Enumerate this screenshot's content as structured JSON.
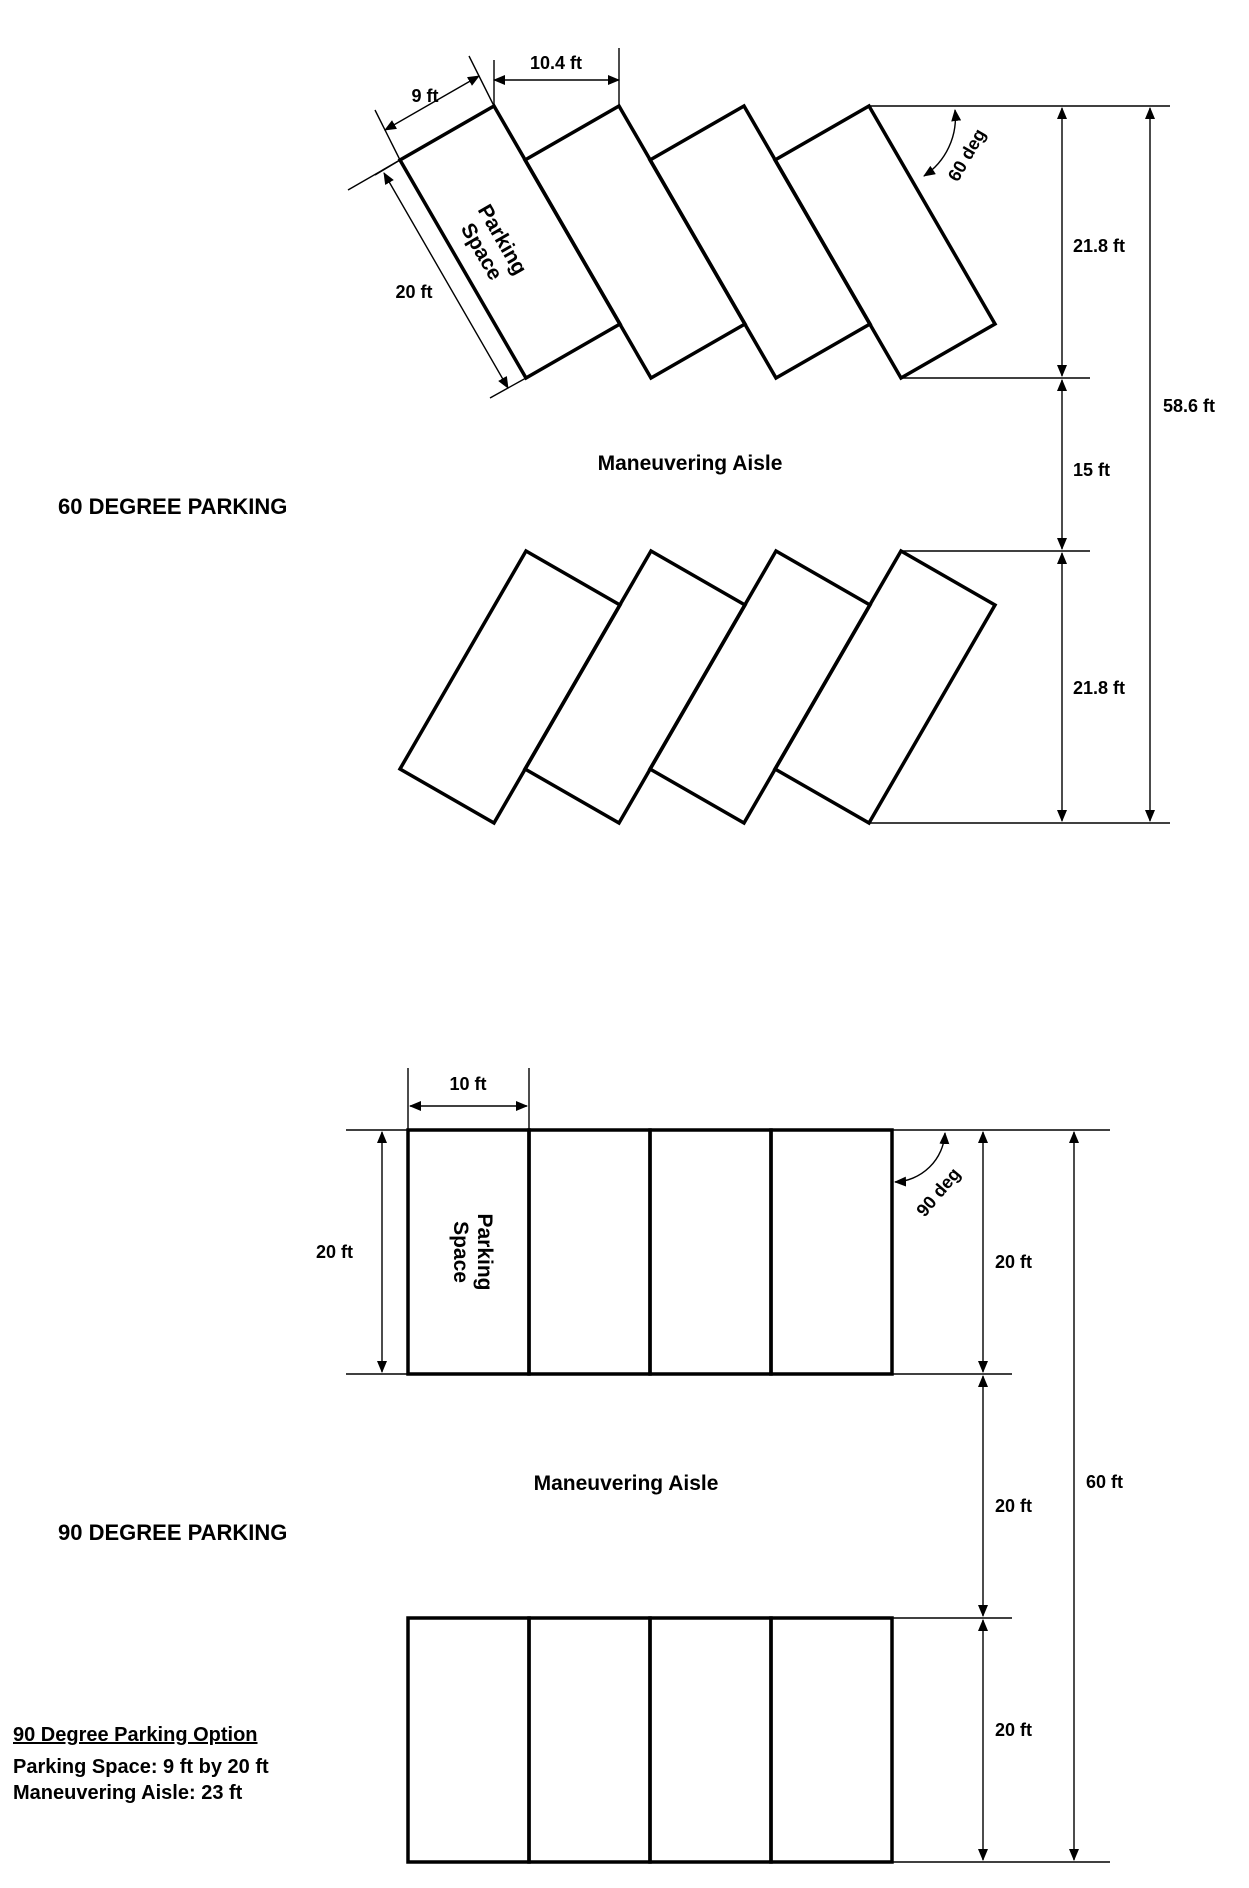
{
  "sixty": {
    "title": "60 DEGREE PARKING",
    "aisle_label": "Maneuvering Aisle",
    "space_label_line1": "Parking",
    "space_label_line2": "Space",
    "width_label": "9 ft",
    "curb_length_label": "10.4 ft",
    "length_label": "20 ft",
    "angle_label": "60 deg",
    "row_depth_top": "21.8 ft",
    "aisle_width": "15 ft",
    "row_depth_bottom": "21.8 ft",
    "total_depth": "58.6 ft"
  },
  "ninety": {
    "title": "90 DEGREE PARKING",
    "aisle_label": "Maneuvering Aisle",
    "space_label_line1": "Parking",
    "space_label_line2": "Space",
    "width_label": "10 ft",
    "length_label": "20 ft",
    "angle_label": "90 deg",
    "row_depth_top": "20 ft",
    "aisle_width": "20 ft",
    "row_depth_bottom": "20 ft",
    "total_depth": "60 ft"
  },
  "option": {
    "heading": "90 Degree Parking Option",
    "line1": "Parking Space: 9 ft by 20 ft",
    "line2": "Maneuvering Aisle: 23 ft"
  }
}
